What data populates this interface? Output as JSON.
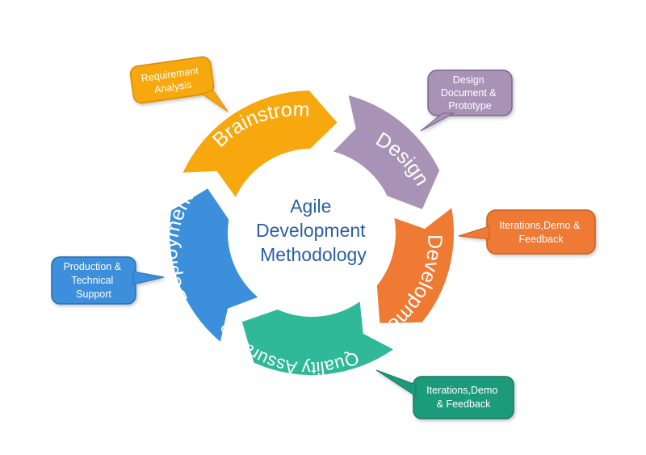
{
  "center": {
    "line1": "Agile",
    "line2": "Development",
    "line3": "Methodology"
  },
  "segments": [
    {
      "label": "Brainstrom",
      "color": "#f7a80f"
    },
    {
      "label": "Design",
      "color": "#a893b6"
    },
    {
      "label": "Development",
      "color": "#ee7a34"
    },
    {
      "label": "Quality Assurance",
      "color": "#2fb998"
    },
    {
      "label": "Deployment",
      "color": "#3c8fdb"
    }
  ],
  "callouts": {
    "requirement": {
      "line1": "Requirement",
      "line2": "Analysis",
      "color": "#f7a80f"
    },
    "design_doc": {
      "line1": "Design",
      "line2": "Document &",
      "line3": "Prototype",
      "color": "#a893b6"
    },
    "dev_feedback": {
      "line1": "Iterations,Demo &",
      "line2": "Feedback",
      "color": "#ee7a34"
    },
    "qa_feedback": {
      "line1": "Iterations,Demo",
      "line2": "& Feedback",
      "color": "#1f9a7c"
    },
    "production": {
      "line1": "Production &",
      "line2": "Technical",
      "line3": "Support",
      "color": "#3c8fdb"
    }
  }
}
